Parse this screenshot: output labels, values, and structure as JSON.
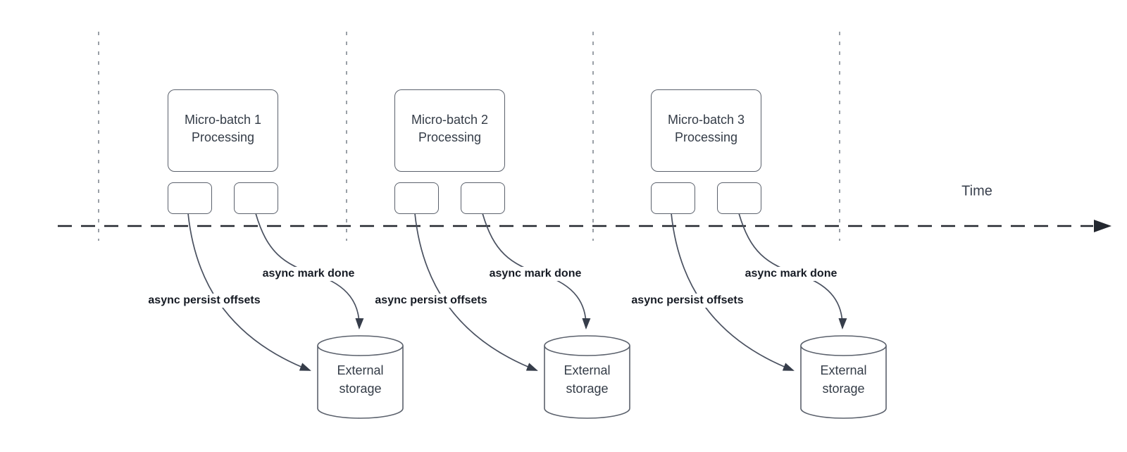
{
  "diagram": {
    "title_hint": "Micro-batch async progress tracking over time",
    "time_axis_label": "Time",
    "sections": [
      {
        "process_label": "Micro-batch 1 Processing",
        "persist_label": "async persist offsets",
        "done_label": "async mark done",
        "storage_label": "External storage"
      },
      {
        "process_label": "Micro-batch 2 Processing",
        "persist_label": "async persist offsets",
        "done_label": "async mark done",
        "storage_label": "External storage"
      },
      {
        "process_label": "Micro-batch 3 Processing",
        "persist_label": "async persist offsets",
        "done_label": "async mark done",
        "storage_label": "External storage"
      }
    ],
    "colors": {
      "background": "#ffffff",
      "shape_stroke": "#5b616c",
      "curve_stroke": "#4a5160",
      "arrowhead_fill": "#363d4a",
      "axis_stroke": "#23272f",
      "guide_stroke": "#9aa0a7",
      "shape_text": "#343c47",
      "bold_label_text": "#161b24",
      "time_label_text": "#39404d"
    }
  }
}
